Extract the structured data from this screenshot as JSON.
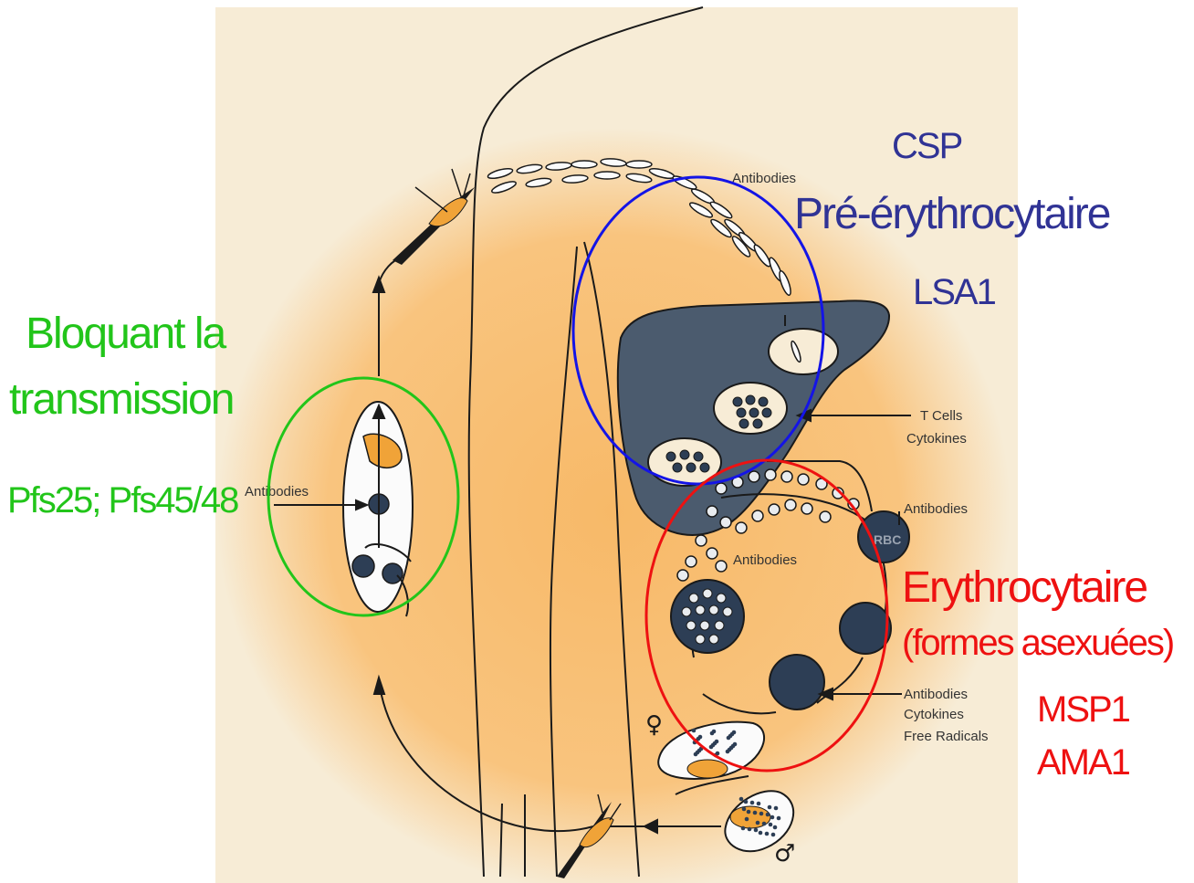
{
  "colors": {
    "background": "#ffffff",
    "panel": "#f7ecd6",
    "glow": "#f7b968",
    "liver": "#4b5b6e",
    "cell_dark": "#2d3e55",
    "transmission": "#22c51a",
    "pre_erythrocytic": "#303395",
    "erythrocytic": "#ee1111",
    "ring_green": "#22c51a",
    "ring_blue": "#1414e6",
    "ring_red": "#ee1111"
  },
  "icons": {
    "female": "female-symbol-icon",
    "male": "male-symbol-icon",
    "mosquito": "mosquito-icon"
  },
  "labels": {
    "antibodies_sporozoite": "Antibodies",
    "t_cells": "T Cells",
    "cytokines_liver": "Cytokines",
    "antibodies_rbc": "Antibodies",
    "antibodies_inner": "Antibodies",
    "rbc": "RBC",
    "antibodies_bottom": "Antibodies",
    "cytokines_bottom": "Cytokines",
    "free_radicals": "Free Radicals",
    "antibodies_mosquito": "Antibodies",
    "female_symbol": "♀",
    "male_symbol": "♂"
  },
  "annotations": {
    "transmission_line1": "Bloquant la",
    "transmission_line2": "transmission",
    "transmission_antigens": "Pfs25; Pfs45/48",
    "pre_antigen_top": "CSP",
    "pre_title": "Pré-érythrocytaire",
    "pre_antigen_bottom": "LSA1",
    "ery_title": "Erythrocytaire",
    "ery_subtitle": "(formes asexuées)",
    "ery_antigen_1": "MSP1",
    "ery_antigen_2": "AMA1"
  }
}
